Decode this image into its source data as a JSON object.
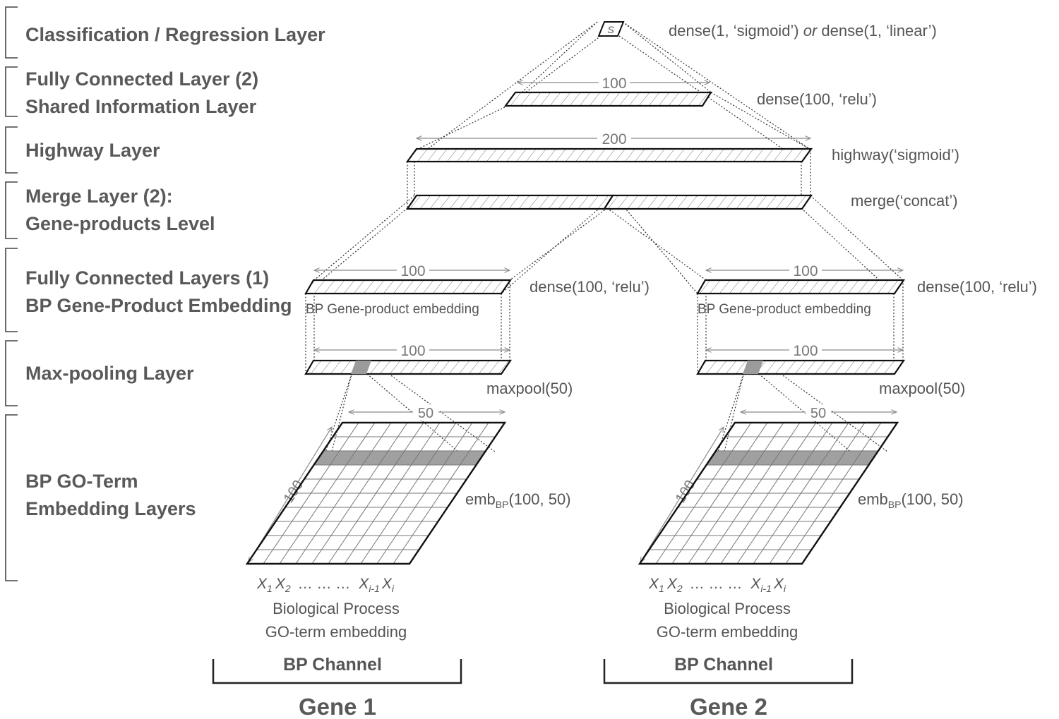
{
  "layers": [
    {
      "label_lines": [
        "Classification / Regression Layer"
      ]
    },
    {
      "label_lines": [
        "Fully Connected Layer (2)",
        "Shared Information Layer"
      ]
    },
    {
      "label_lines": [
        "Highway Layer"
      ]
    },
    {
      "label_lines": [
        "Merge Layer (2):",
        "Gene-products Level"
      ]
    },
    {
      "label_lines": [
        "Fully Connected Layers (1)",
        "BP Gene-Product Embedding"
      ]
    },
    {
      "label_lines": [
        "Max-pooling Layer"
      ]
    },
    {
      "label_lines": [
        "BP GO-Term",
        "Embedding Layers"
      ]
    }
  ],
  "ops": {
    "output": {
      "part1": "dense(1, ‘sigmoid’) ",
      "or": "or",
      "part2": " dense(1, ‘linear’)"
    },
    "fc2": "dense(100, ‘relu’)",
    "highway": "highway(‘sigmoid’)",
    "merge": "merge(‘concat’)",
    "fc1_left": "dense(100, ‘relu’)",
    "fc1_right": "dense(100, ‘relu’)",
    "maxpool_left": "maxpool(50)",
    "maxpool_right": "maxpool(50)",
    "emb_left": {
      "pre": "emb",
      "sub": "BP",
      "post": "(100, 50)"
    },
    "emb_right": {
      "pre": "emb",
      "sub": "BP",
      "post": "(100, 50)"
    }
  },
  "output_node": "S",
  "dims": {
    "fc2": "100",
    "highway": "200",
    "fc1_left": "100",
    "fc1_right": "100",
    "pool_left": "100",
    "pool_right": "100",
    "grid_width_left": "50",
    "grid_width_right": "50",
    "grid_depth_left": "100",
    "grid_depth_right": "100"
  },
  "embedding_caption": "BP Gene-product embedding",
  "x_axis": {
    "x1": "X",
    "x1_sub": "1",
    "x2": "X",
    "x2_sub": "2",
    "dots": "…    …    …",
    "xi1": "X",
    "xi1_sub": "i-1",
    "xi": "X",
    "xi_sub": "i"
  },
  "go_caption": [
    "Biological Process",
    "GO-term embedding"
  ],
  "channels": [
    {
      "channel_label": "BP Channel",
      "gene_label": "Gene 1"
    },
    {
      "channel_label": "BP Channel",
      "gene_label": "Gene 2"
    }
  ]
}
